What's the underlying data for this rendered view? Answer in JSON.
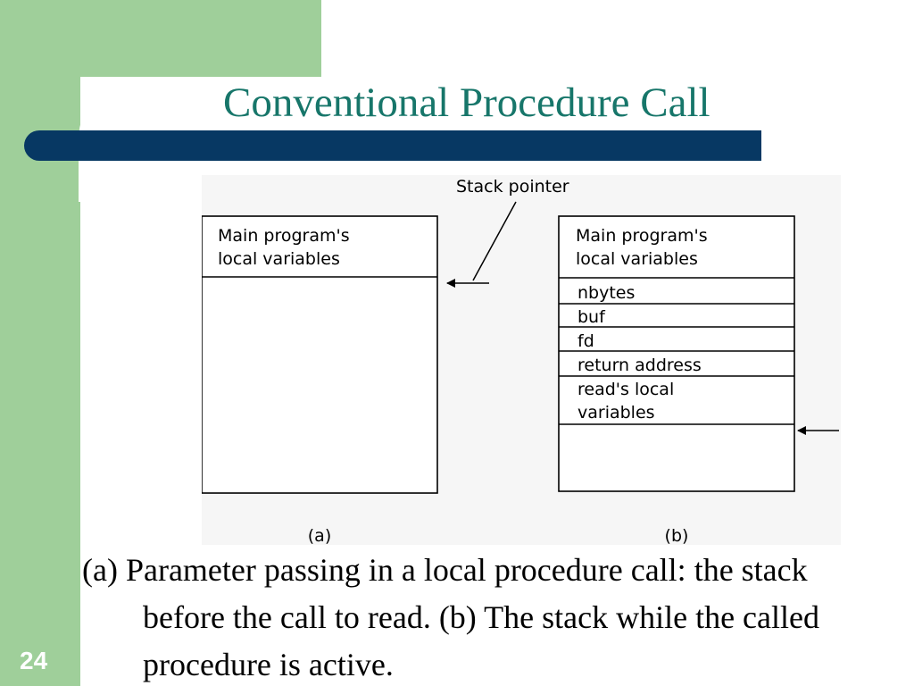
{
  "slide": {
    "title": "Conventional Procedure Call",
    "number": "24",
    "caption": "(a) Parameter passing in a local procedure call: the stack before the call to read. (b) The stack while the called procedure is active."
  },
  "diagram": {
    "stack_pointer_label": "Stack pointer",
    "panel_a": {
      "label": "(a)",
      "top_line1": "Main program's",
      "top_line2": "local variables"
    },
    "panel_b": {
      "label": "(b)",
      "top_line1": "Main program's",
      "top_line2": "local variables",
      "entries": [
        "nbytes",
        "buf",
        "fd",
        "return address"
      ],
      "locals_line1": "read's local",
      "locals_line2": "variables"
    }
  },
  "colors": {
    "band": "#9fcf9a",
    "title": "#17766a",
    "bar": "#073863"
  }
}
